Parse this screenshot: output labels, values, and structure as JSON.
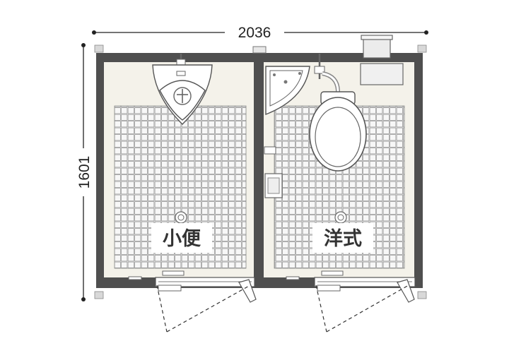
{
  "dimensions": {
    "width_label": "2036",
    "height_label": "1601"
  },
  "rooms": [
    {
      "label": "小便",
      "fixture": "urinal"
    },
    {
      "label": "洋式",
      "fixture": "western-toilet"
    }
  ],
  "colors": {
    "wall": "#4f4f4f",
    "floor": "#f4f2ea",
    "tile_line": "#9a9a9a",
    "fixture_fill": "#ffffff",
    "fixture_stroke": "#555555"
  }
}
